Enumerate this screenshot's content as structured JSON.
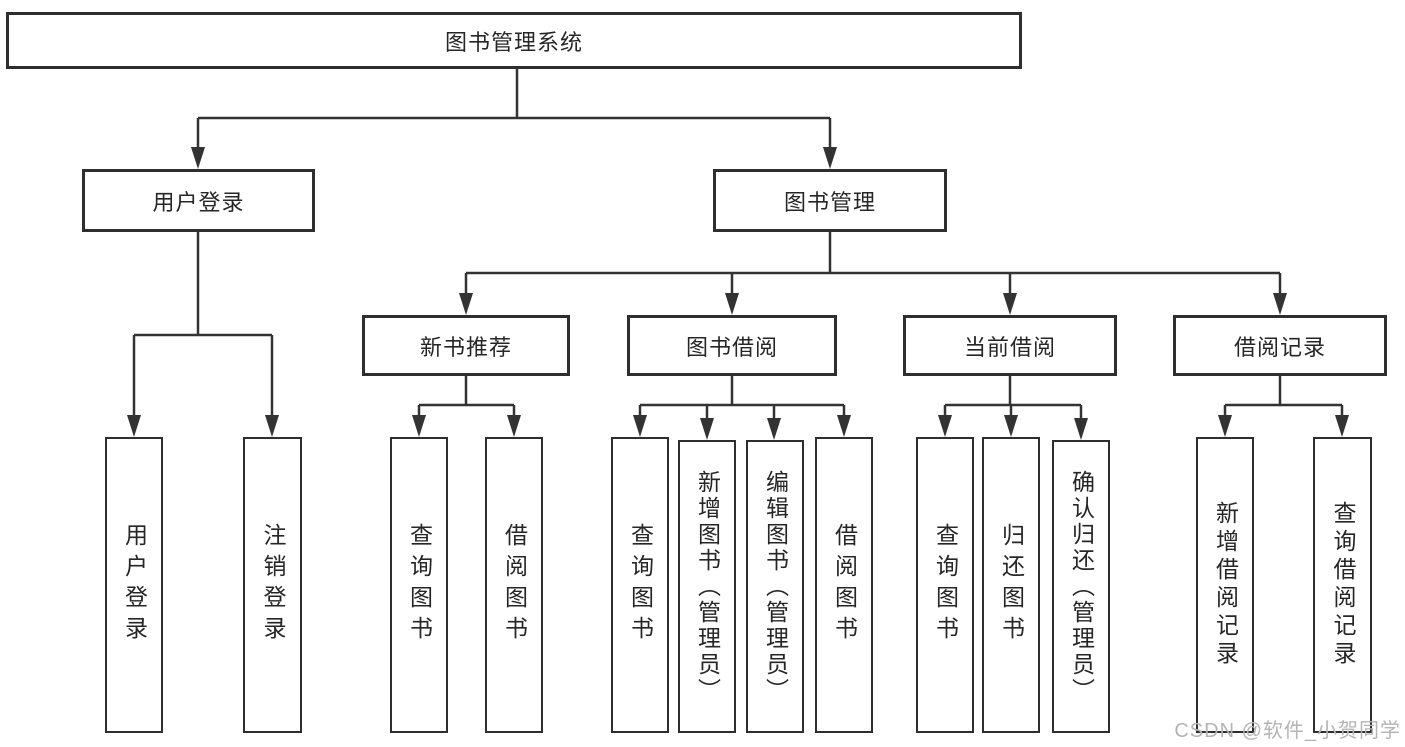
{
  "diagram": {
    "title": "图书管理系统",
    "colors": {
      "line": "#333333",
      "box_border": "#2e2e2e",
      "box_fill": "#ffffff",
      "text": "#262626",
      "watermark": "#b4b4b4"
    },
    "nodes": {
      "root": {
        "label": "图书管理系统"
      },
      "user_login": {
        "label": "用户登录"
      },
      "book_mgmt": {
        "label": "图书管理"
      },
      "login_leaf": {
        "label": "用户登录"
      },
      "logout_leaf": {
        "label": "注销登录"
      },
      "new_book_rec": {
        "label": "新书推荐"
      },
      "book_borrow": {
        "label": "图书借阅"
      },
      "current_borrow": {
        "label": "当前借阅"
      },
      "borrow_record": {
        "label": "借阅记录"
      },
      "rec_query_books": {
        "label": "查询图书"
      },
      "rec_borrow_books": {
        "label": "借阅图书"
      },
      "borrow_query_books": {
        "label": "查询图书"
      },
      "borrow_add_books": {
        "label": "新增图书（管理员）"
      },
      "borrow_edit_books": {
        "label": "编辑图书（管理员）"
      },
      "borrow_borrow_books": {
        "label": "借阅图书"
      },
      "cur_query_books": {
        "label": "查询图书"
      },
      "cur_return_books": {
        "label": "归还图书"
      },
      "cur_confirm_return": {
        "label": "确认归还（管理员）"
      },
      "record_add": {
        "label": "新增借阅记录"
      },
      "record_query": {
        "label": "查询借阅记录"
      }
    },
    "watermark": {
      "text": "CSDN @软件_小贺同学"
    }
  }
}
